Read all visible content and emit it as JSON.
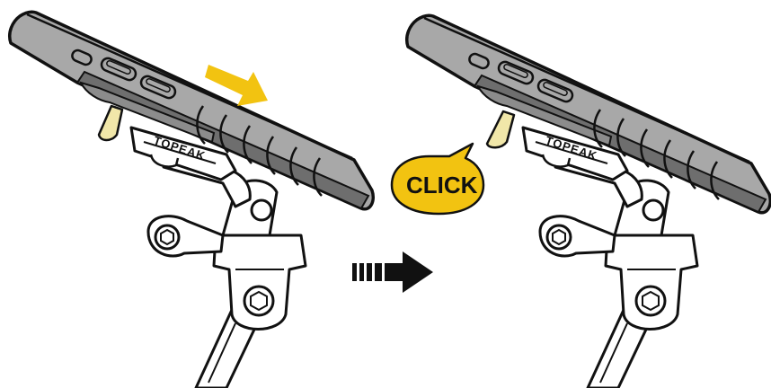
{
  "panels": [
    {
      "id": "before",
      "brand_label": "TOPEAK"
    },
    {
      "id": "after",
      "brand_label": "TOPEAK"
    }
  ],
  "callout": {
    "label": "CLICK",
    "fill_color": "#F2C311",
    "stroke_color": "#111111"
  },
  "slide_arrow": {
    "icon": "arrow-right-icon",
    "color": "#F2C311"
  },
  "step_arrow": {
    "icon": "arrow-right-icon",
    "color": "#111111"
  },
  "colors": {
    "device_body": "#A8A8A8",
    "device_dark": "#6E6E6E",
    "outline": "#111111",
    "latch": "#F1E7A9"
  }
}
